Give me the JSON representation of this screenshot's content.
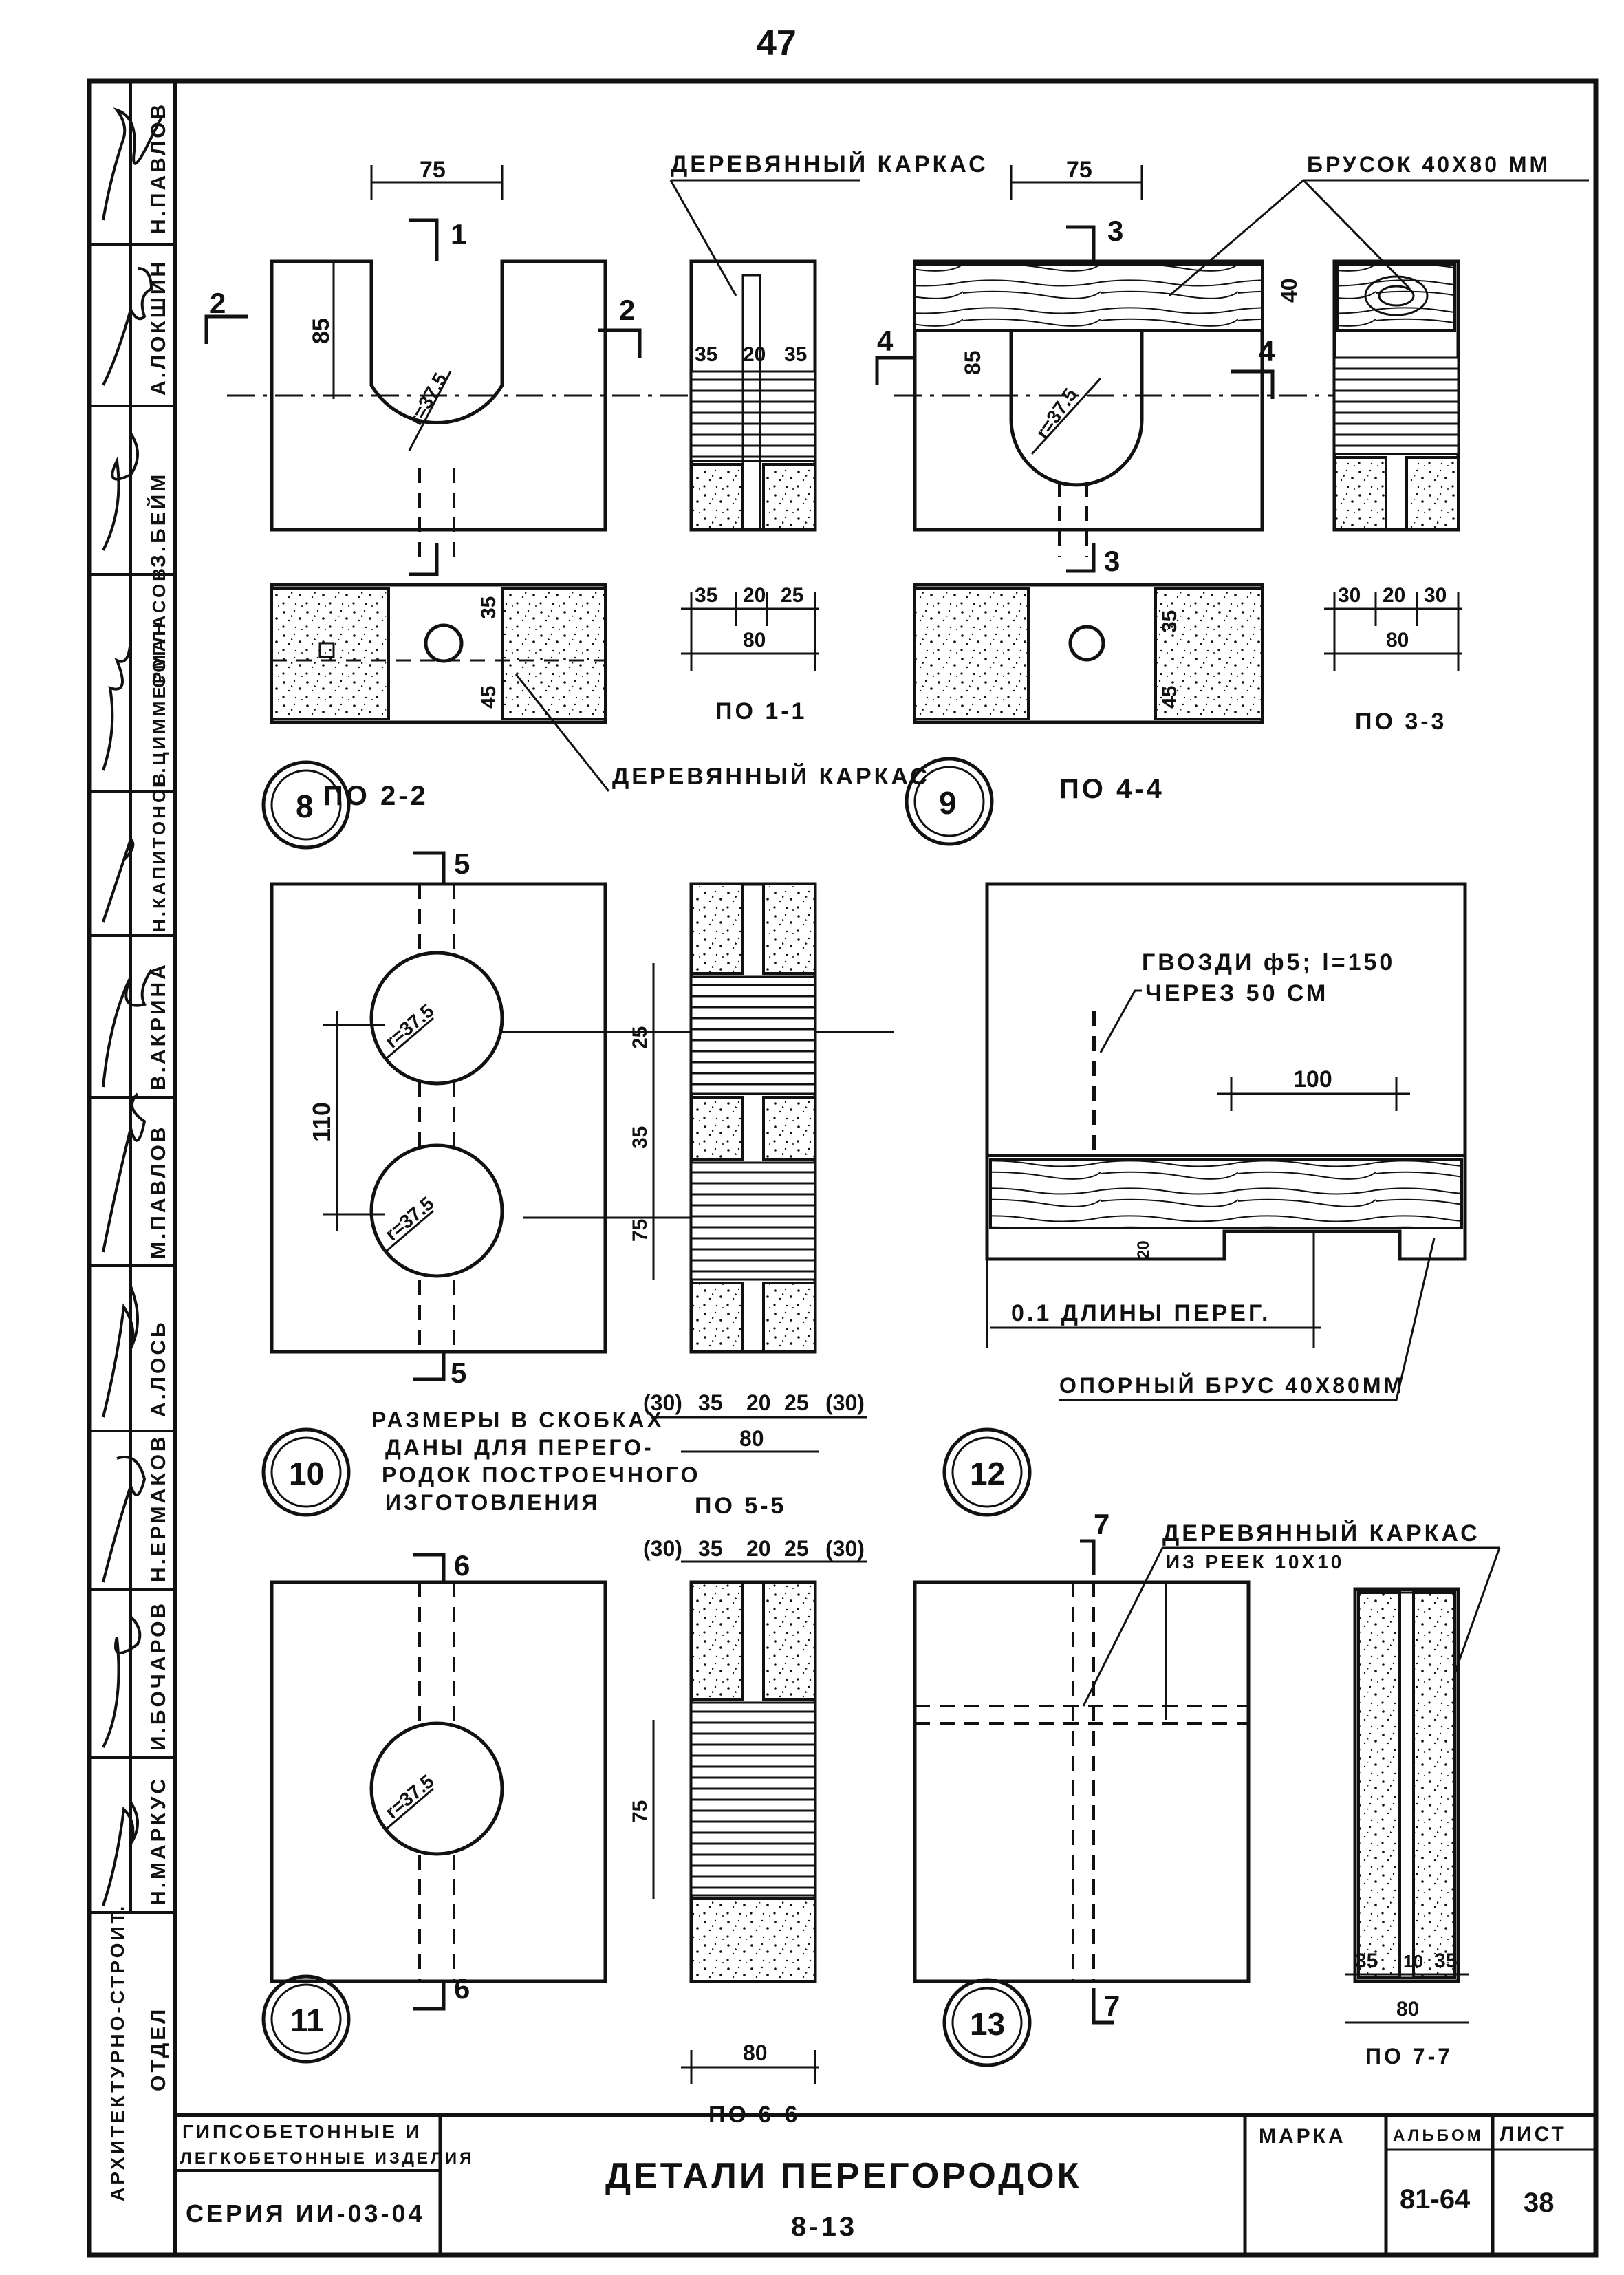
{
  "page_number": "47",
  "approvals_column": [
    {
      "role": "",
      "name": "Н.ПАВЛОВ"
    },
    {
      "role": "",
      "name": "А.ЛОКШИН"
    },
    {
      "role": "",
      "name": "З.БЕЙМ"
    },
    {
      "role": "",
      "name": "Е.ЦИММЕРМАН"
    },
    {
      "role": "",
      "name": "Н.КАПИТОНОВ"
    },
    {
      "role": "",
      "name": "В.АКРИНА"
    },
    {
      "role": "",
      "name": "М.ПАВЛОВ"
    },
    {
      "role": "",
      "name": "А.ЛОСЬ"
    },
    {
      "role": "",
      "name": "Н.ЕРМАКОВ"
    },
    {
      "role": "",
      "name": "И.БОЧАРОВ"
    },
    {
      "role": "",
      "name": "Н.МАРКУС"
    }
  ],
  "left_labels": {
    "top": "СОГЛАСОВ",
    "department_line1": "АРХИТЕКТУРНО-СТРОИТ.",
    "department_line2": "ОТДЕЛ"
  },
  "details": {
    "d8": {
      "num": "8",
      "dim_width": "75",
      "dim_height": "85",
      "radius": "r=37.5",
      "section_top": "1",
      "section_side": "2",
      "label_frame": "ДЕРЕВЯННЫЙ КАРКАС",
      "plan_caption": "ПО 2-2",
      "plan_dim_top": "35",
      "plan_dim_bottom": "45",
      "sect_caption": "ПО 1-1",
      "sect_dims": [
        "35",
        "20",
        "35"
      ],
      "sect_dims_bottom": [
        "35",
        "20",
        "25"
      ],
      "sect_total": "80",
      "label_frame_bottom": "ДЕРЕВЯННЫЙ КАРКАС"
    },
    "d9": {
      "num": "9",
      "dim_width": "75",
      "dim_height": "85",
      "dim_bar": "40",
      "radius": "r=37.5",
      "section_top": "3",
      "section_side": "4",
      "label_bar": "БРУСОК 40Х80 ММ",
      "plan_caption": "ПО 4-4",
      "plan_dim": "45",
      "plan_dim2": "35",
      "sect_caption": "ПО 3-3",
      "sect_dims": [
        "30",
        "20",
        "30"
      ],
      "sect_total": "80"
    },
    "d10": {
      "num": "10",
      "dim_height": "110",
      "radius": "r=37.5",
      "section": "5",
      "sect_dims_v": [
        "25",
        "35",
        "75"
      ],
      "sect_caption": "ПО 5-5",
      "sect_dims": [
        "(30)",
        "35",
        "20",
        "25",
        "(30)"
      ],
      "sect_total": "80",
      "note_line1": "РАЗМЕРЫ В СКОБКАХ",
      "note_line2": "ДАНЫ ДЛЯ ПЕРЕГО-",
      "note_line3": "РОДОК ПОСТРОЕЧНОГО",
      "note_line4": "ИЗГОТОВЛЕНИЯ"
    },
    "d11": {
      "num": "11",
      "radius": "r=37.5",
      "section": "6",
      "dim_height": "75",
      "sect_caption": "ПО 6-6",
      "sect_dims": [
        "(30)",
        "35",
        "20",
        "25",
        "(30)"
      ],
      "sect_total": "80"
    },
    "d12": {
      "num": "12",
      "nail_line1": "ГВОЗДИ ф5; l=150",
      "nail_line2": "ЧЕРЕЗ 50 СМ",
      "spacing": "100",
      "dim_small": "20",
      "length_label": "0.1 ДЛИНЫ ПЕРЕГ.",
      "bar_label": "ОПОРНЫЙ БРУС 40Х80ММ"
    },
    "d13": {
      "num": "13",
      "section": "7",
      "frame_line1": "ДЕРЕВЯННЫЙ КАРКАС",
      "frame_line2": "ИЗ РЕЕК 10Х10",
      "sect_caption": "ПО 7-7",
      "sect_dims": [
        "35",
        "10",
        "35"
      ],
      "sect_total": "80"
    }
  },
  "title_block": {
    "org_line1": "ГИПСОБЕТОННЫЕ И",
    "org_line2": "ЛЕГКОБЕТОННЫЕ ИЗДЕЛИЯ",
    "series": "СЕРИЯ ИИ-03-04",
    "title": "ДЕТАЛИ ПЕРЕГОРОДОК",
    "subtitle": "8-13",
    "mark_label": "МАРКА",
    "album_label": "АЛЬБОМ",
    "album_value": "81-64",
    "sheet_label": "ЛИСТ",
    "sheet_value": "38"
  }
}
